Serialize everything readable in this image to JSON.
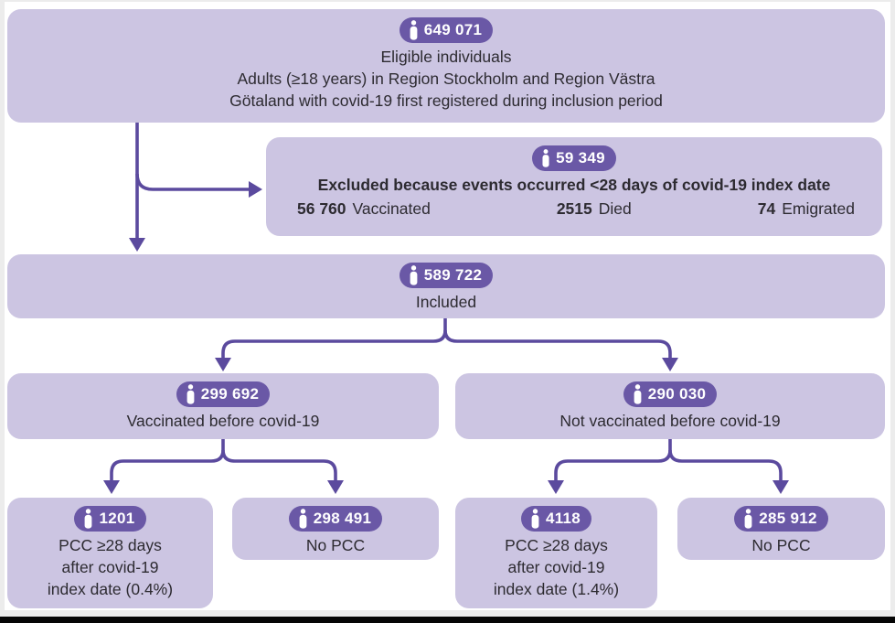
{
  "palette": {
    "box_fill": "#ccc5e2",
    "badge_bg": "#6a58a6",
    "badge_text": "#ffffff",
    "arrow": "#5b4a9e",
    "text": "#2d2b31",
    "canvas_bg": "#ffffff",
    "frame_bg": "#ececec",
    "bottom_bar": "#050505"
  },
  "nodes": {
    "eligible": {
      "count": "649 071",
      "line1": "Eligible individuals",
      "line2": "Adults (≥18 years) in Region Stockholm and Region Västra",
      "line3": "Götaland with covid-19 first registered during inclusion period"
    },
    "excluded": {
      "count": "59 349",
      "title": "Excluded because events occurred <28 days of covid-19 index date",
      "items": [
        {
          "value": "56 760",
          "label": "Vaccinated"
        },
        {
          "value": "2515",
          "label": "Died"
        },
        {
          "value": "74",
          "label": "Emigrated"
        }
      ]
    },
    "included": {
      "count": "589 722",
      "label": "Included"
    },
    "vaccinated": {
      "count": "299 692",
      "label": "Vaccinated before covid-19"
    },
    "not_vaccinated": {
      "count": "290 030",
      "label": "Not vaccinated before covid-19"
    },
    "vaccinated_pcc": {
      "count": "1201",
      "line1": "PCC ≥28 days",
      "line2": "after covid-19",
      "line3": "index date (0.4%)"
    },
    "vaccinated_no_pcc": {
      "count": "298 491",
      "label": "No PCC"
    },
    "not_vaccinated_pcc": {
      "count": "4118",
      "line1": "PCC ≥28 days",
      "line2": "after covid-19",
      "line3": "index date (1.4%)"
    },
    "not_vaccinated_no_pcc": {
      "count": "285 912",
      "label": "No PCC"
    }
  }
}
